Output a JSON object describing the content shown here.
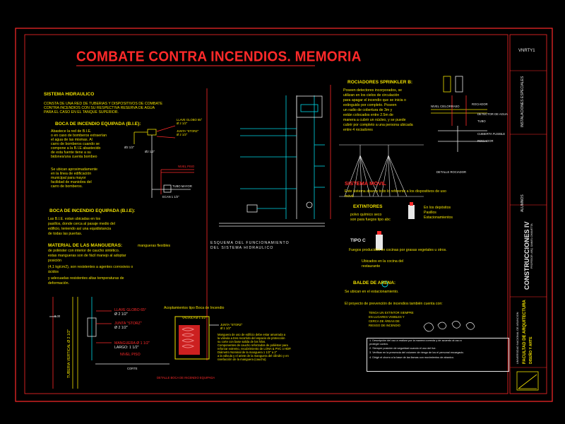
{
  "title": "COMBATE CONTRA INCENDIOS. MEMORIA",
  "left": {
    "h_sistema": "SISTEMA HIDRAULICO",
    "intro": [
      "CONSTA DE UNA RED DE TUBERIAS Y DISPOSITIVOS DE COMBATE",
      "CONTRA INCENDIOS CON SU RESPECTIVA RESERVA DE AGUA",
      "PARA EL CASO EN EL TANQUE SUPERIOR."
    ],
    "h_bie_b": "BOCA DE INCENDIO EQUIPADA (B.I.E):",
    "bie_b_text": [
      "Abastece la red de B.I.E.",
      "o en caso de bomberos extraerían",
      "el agua de las mismas. Al",
      "carro de bomberos cuando se",
      "compone a la B.I.E abastecido",
      "de esta fuente tiene a su",
      "bidones/una cuenta bombeo"
    ],
    "bie_b_text2": [
      "Se ubican aproximadamente",
      "en la línea de edificación",
      "municipal para mayor",
      "facilidad de maniobra del",
      "carro de bomberos."
    ],
    "h_bie": "BOCA DE INCENDIO EQUIPADA (B.I.E):",
    "bie_text": [
      "Las B.I.E. estan ubicadas en los",
      "pasillos, donde cerca al pasaje medio del",
      "edificio, teniendo así una equidistancia",
      "de todas las puertas."
    ],
    "h_mat": "MATERIAL DE LAS MANGUERAS:",
    "mat_text": [
      "mangueras flexibles",
      "de poliéster con interior de caucho sintético.",
      "estas mangueras son de fácil manejo al adoptar",
      "posición",
      "(4,1 kg/cm2), son resistentes a agentes corrosivos o",
      "ácidos",
      "y adecuadas resistentes altas temperaturas de",
      "deformación."
    ]
  },
  "upper_detail": {
    "labels": [
      "LLAVE GLOBO 65°",
      "Ø 2 1/2\"",
      "JUNTA \"STORZ\"",
      "Ø 2 1/2\""
    ],
    "pipes": [
      "Ø2 1/2\"",
      "Ø2 1/2\"",
      "NIVEL PISO",
      "TUBO MAYOR",
      "ECAN 1 1/2\""
    ]
  },
  "center": {
    "schema_caption": [
      "ESQUEMA DEL FUNCIONAMIENTO",
      "DEL SISTEMA HIDRAULICO"
    ]
  },
  "lower_left": {
    "labels": [
      "LLAVE GLOBO 65°",
      "Ø 2 1/2\"",
      "JUNTA \"STORZ\"",
      "Ø 2 1/2\"",
      "MANGUERA Ø 1 1/2\"",
      "LARGO: 1 1/2\"",
      "NIVEL PISO",
      "CORTE"
    ],
    "dim": [
      "0.30",
      "TUBERIA VERTICAL Ø 2 1/2\""
    ]
  },
  "cabinet": {
    "title": "Acoplamientos tipo Boca de Incendio",
    "labels": [
      "VALVULA Ø 1 1/2\"",
      "JUNTA \"STORZ\"",
      "Ø 1 1/2\""
    ],
    "notes": [
      "Manguera de uso de edificio debe estar amarrada a",
      "la válvula a tres recorrido del espacio de protección",
      "su corte con base salida de los hilos.",
      "Componentes de caucho reforzados de poliéster para",
      "reforzar extremo, recubrimiento de LONA & PVC o HDP.",
      "Diámetro Nominal de la manguera 1 1/2\" a 2\"",
      "a la válvula y el ariete de la manguera del cilindro y en",
      "rarefacción de la manguera (caucho)."
    ],
    "caption": "DETALLE BOCA DE INCENDIO EQUIPADA"
  },
  "right": {
    "h_rociadores": "ROCIADORES SPRINKLER B:",
    "rociadores_text": [
      "Poseen detectores incorporados, se",
      "utilizan en los cielos de circulación",
      "para apagar el incendio que se inicia o",
      "extinguido por completo. Poseen",
      "un radio de cobertura de 3m y",
      "están colocados entre 2.5m de",
      "manera a cubrir un núcleo, y se puede",
      "cubrir por completo a una persona ubicada",
      "entre 4 rociadores"
    ],
    "detail_labels": [
      "NIVEL CIELORRASO",
      "ROCIADOR",
      "DETECTOR DE AGUA",
      "TUBO",
      "CUBIERTA FUSIBLE",
      "ROCIADOR"
    ],
    "detail_caption": "DETALLE ROCIADOR",
    "h_movil": "SISTEMA MOVIL",
    "movil_text": [
      "Este sistema abarca todo lo referente a los dispositivos de uso",
      "móvil."
    ],
    "h_extintores": "EXTINTORES",
    "ext_text": [
      "polvo químico seco",
      "son para fuegos tipo abc"
    ],
    "ext_places": [
      "En los depósitos",
      "Pasillos",
      "Estacionamientos"
    ],
    "h_tipo_c": "TIPO C",
    "tipo_c_text": "Fuegos producidos en cocinas por grasas vegetales u otros.",
    "tipo_c_loc": [
      "Ubicados en la cocina del",
      "restaurante"
    ],
    "h_balde": "BALDE DE ARENA:",
    "balde_text": "Se ubican en el estacionamiento.",
    "proyecto_text": "El proyecto de prevención de incendios también cuenta con:",
    "yellow_notes": [
      "TENGA UN EXTINTOR SIEMPRE",
      "EN LUGARES VISIBLES Y",
      "CERCA DE ÁREAS DE",
      "RIESGO DE INCENDIO"
    ],
    "numbered": [
      "1. Descripción del uso a realizar por la manera correcta y de acuerdo al uso a",
      "   proteger contra.",
      "2. Siempre posición de seguridad cuando el uso del fue.",
      "3. Verificar en la presencia del volumen de riesgo de los el personal encargado.",
      "4. Dirigir el chorro a la base de las llamas con movimientos de abanico."
    ]
  },
  "side": {
    "sheet_code": "VNRTY1",
    "category": "INSTALACIONES ESPECIALES",
    "alumnos": "ALUMNOS",
    "course": "CONSTRUCCIONES IV",
    "course_sub": "PROFESOR: ARQ. DANIEL CHIAVETTA",
    "university": "UNIVERSIDAD NACIONAL DE ASUNCION",
    "faculty": "FACULTAD DE ARQUITECTURA",
    "faculty_sub": "DISEÑO Y ARTE"
  },
  "colors": {
    "background": "#000000",
    "frame": "#ff2a2a",
    "accent_yellow": "#f0e000",
    "accent_cyan": "#00d8e8",
    "line": "#e8e8e8"
  }
}
